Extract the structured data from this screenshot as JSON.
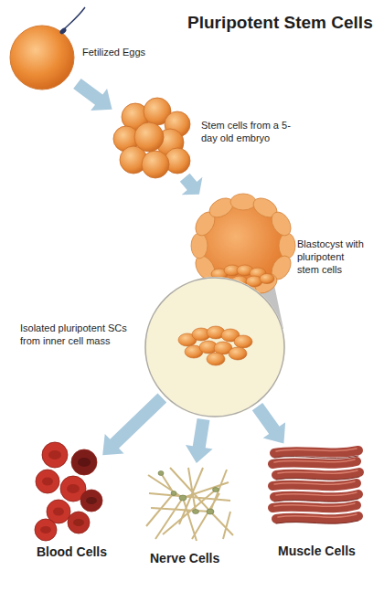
{
  "diagram": {
    "title": "Pluripotent Stem Cells",
    "nodes": [
      {
        "text": [
          "Fetilized Eggs"
        ]
      },
      {
        "text": [
          "Stem cells from a 5-day old embryo"
        ]
      },
      {
        "text": [
          "Blastocyst with pluripotent stem cells"
        ]
      },
      {
        "text": [
          "Isolated pluripotent SCs from inner cell mass"
        ]
      },
      {
        "text": [
          "Blood Cells"
        ]
      },
      {
        "text": [
          "Nerve Cells"
        ]
      },
      {
        "text": [
          "Muscle Cells"
        ]
      }
    ],
    "edges": [
      {
        "from": 0,
        "to": 1,
        "arrow": "to"
      },
      {
        "from": 1,
        "to": 2,
        "arrow": "to"
      },
      {
        "from": 3,
        "to": 4,
        "arrow": "to"
      },
      {
        "from": 3,
        "to": 5,
        "arrow": "to"
      },
      {
        "from": 3,
        "to": 6,
        "arrow": "to"
      }
    ]
  }
}
